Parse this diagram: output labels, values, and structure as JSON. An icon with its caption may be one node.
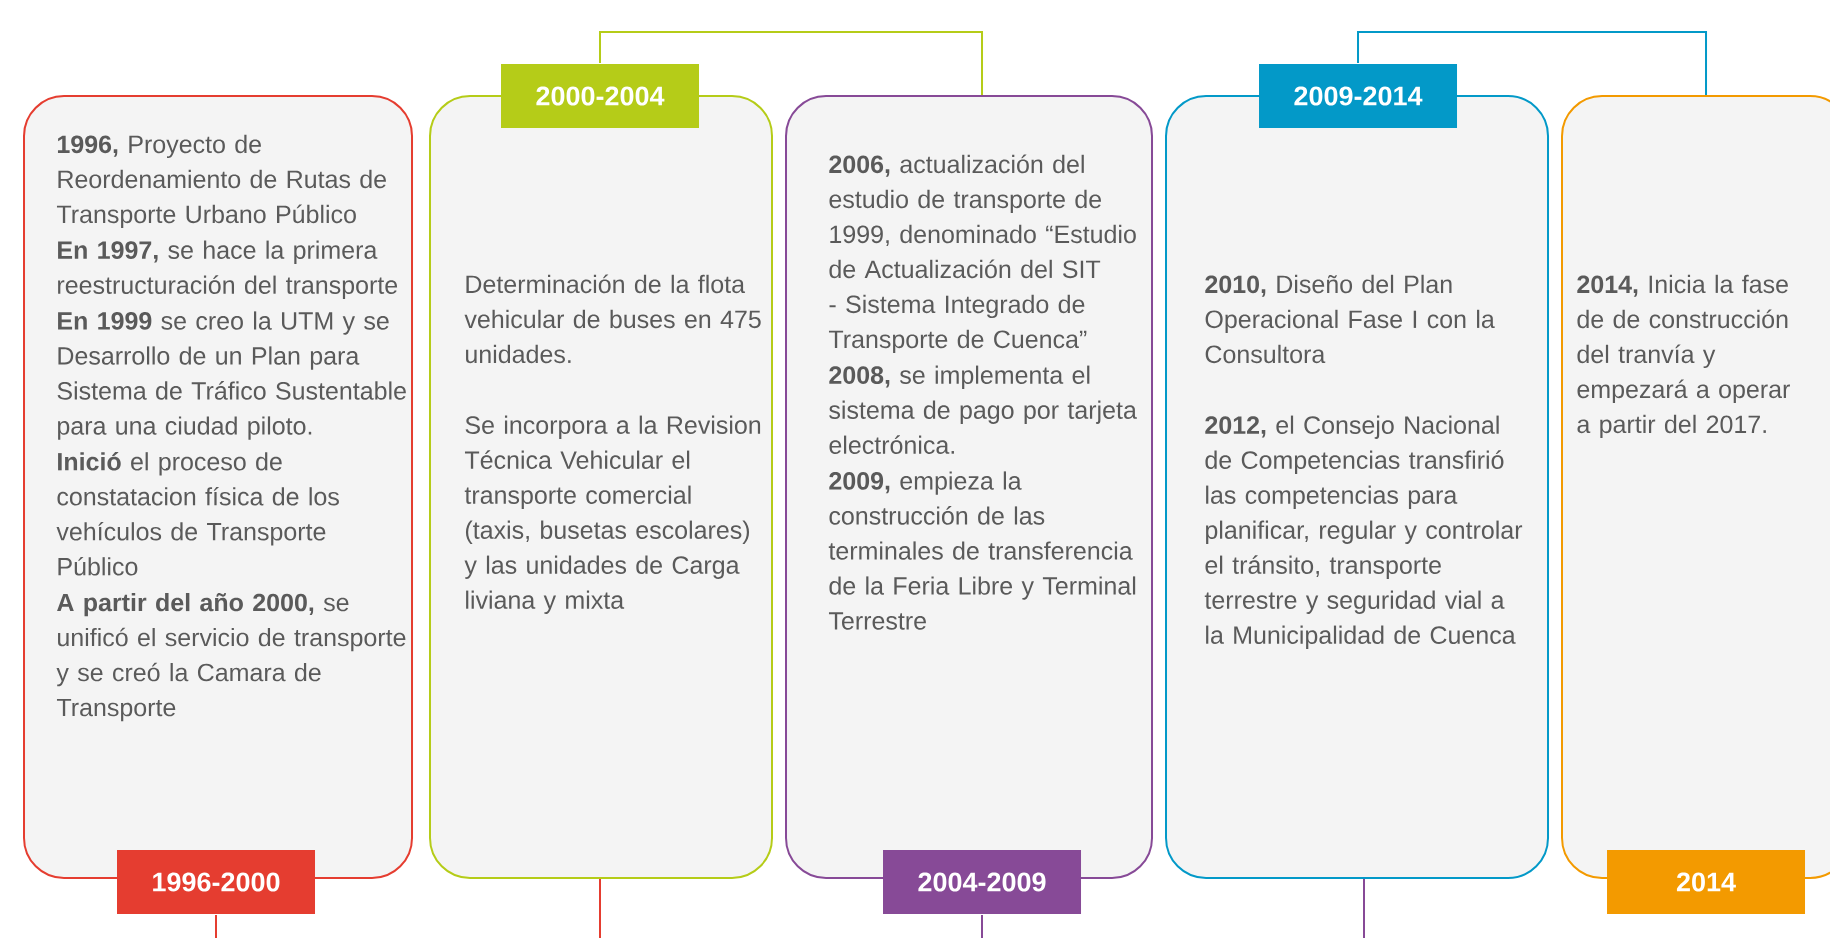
{
  "diagram": {
    "nodes": [
      {
        "text": [
          "**1996,** Proyecto de Reordenamiento de Rutas de Transporte Urbano Público",
          "**En 1997,** se hace la primera reestructuración del transporte",
          "**En 1999** se creo la UTM y se Desarrollo de un Plan para Sistema de Tráfico Sustentable para una ciudad piloto.",
          "**Inició** el proceso de constatacion física de los vehículos de Transporte Público",
          "**A partir del año 2000,** se unificó el servicio de transporte y se creó la Camara de Transporte",
          "1996-2000"
        ]
      },
      {
        "text": [
          "2000-2004",
          "Determinación de la flota vehicular de buses en 475 unidades.",
          "Se incorpora a la Revision Técnica Vehicular el transporte comercial (taxis, busetas escolares) y las unidades de Carga liviana y mixta"
        ]
      },
      {
        "text": [
          "**2006,** actualización del estudio de transporte de 1999, denominado “Estudio de Actualización del SIT - Sistema Integrado de Transporte de Cuenca”",
          "**2008,** se implementa el sistema de pago por tarjeta electrónica.",
          "**2009,** empieza la construcción de las terminales de transferencia de la Feria Libre y Terminal Terrestre",
          "2004-2009"
        ]
      },
      {
        "text": [
          "2009-2014",
          "**2010,** Diseño del Plan Operacional Fase I con la Consultora",
          "**2012,** el Consejo Nacional de Competencias transfirió las competencias para planificar, regular y controlar el tránsito, transporte terrestre y seguridad vial a la Municipalidad de Cuenca"
        ]
      },
      {
        "text": [
          "**2014,** Inicia la fase de de construcción del tranvía y empezará a operar a partir del 2017.",
          "2014"
        ]
      }
    ],
    "edges": [
      {
        "from": 1,
        "to": 2,
        "arrow": "none",
        "color": "#b5cc18"
      },
      {
        "from": 3,
        "to": 4,
        "arrow": "none",
        "color": "#0399c8"
      },
      {
        "from": 0,
        "to": 1,
        "arrow": "none",
        "color": "#e53d30"
      },
      {
        "from": 2,
        "to": 3,
        "arrow": "none",
        "color": "#874a97"
      }
    ]
  }
}
